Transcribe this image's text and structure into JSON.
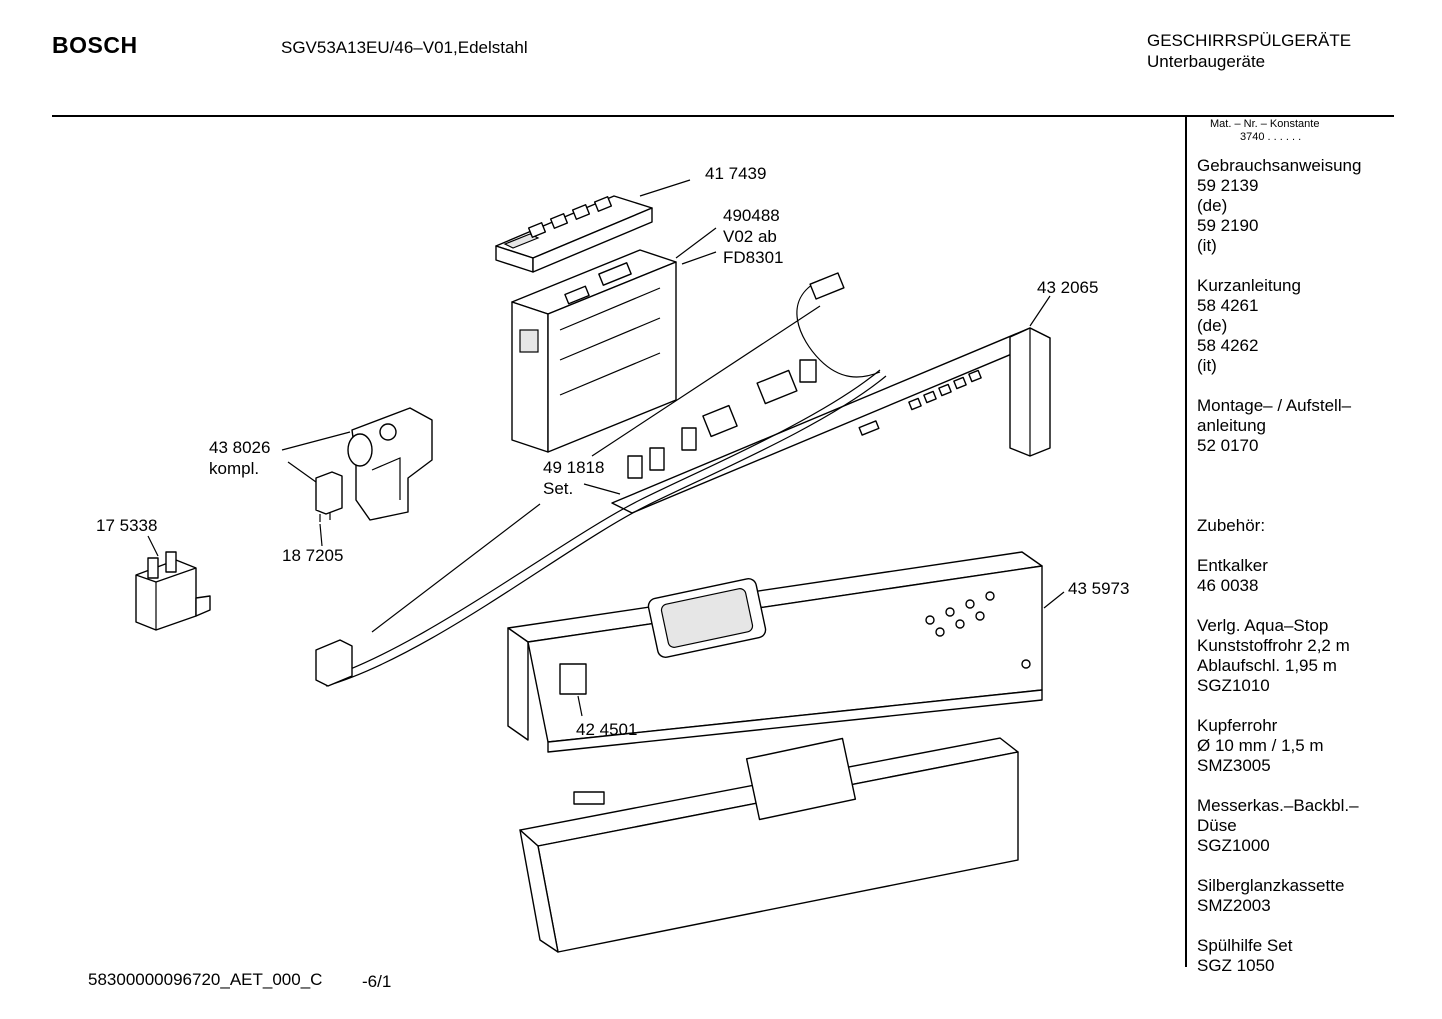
{
  "header": {
    "brand": "BOSCH",
    "model": "SGV53A13EU/46–V01,Edelstahl",
    "category_line1": "GESCHIRRSPÜLGERÄTE",
    "category_line2": "Unterbaugeräte"
  },
  "side_panel": {
    "mat_nr_label": "Mat. – Nr. – Konstante",
    "mat_nr_value": "3740  .  .   .  .  .  .",
    "lines": [
      "Gebrauchsanweisung",
      "59 2139",
      "(de)",
      "59 2190",
      "(it)",
      "",
      "Kurzanleitung",
      "58 4261",
      "(de)",
      "58 4262",
      "(it)",
      "",
      "Montage– / Aufstell–",
      "anleitung",
      "52 0170",
      "",
      "",
      "",
      "Zubehör:",
      "",
      "Entkalker",
      "46 0038",
      "",
      "Verlg. Aqua–Stop",
      "Kunststoffrohr 2,2 m",
      "Ablaufschl. 1,95 m",
      "SGZ1010",
      "",
      "Kupferrohr",
      "Ø 10 mm / 1,5 m",
      "SMZ3005",
      "",
      "Messerkas.–Backbl.–",
      "Düse",
      "SGZ1000",
      "",
      "Silberglanzkassette",
      "SMZ2003",
      "",
      "Spülhilfe Set",
      "SGZ 1050"
    ]
  },
  "parts": {
    "p417439": "41 7439",
    "p490488_a": "490488",
    "p490488_b": "V02 ab",
    "p490488_c": "FD8301",
    "p432065": "43 2065",
    "p438026_a": "43 8026",
    "p438026_b": "kompl.",
    "p491818_a": "49 1818",
    "p491818_b": "Set.",
    "p175338": "17 5338",
    "p187205": "18 7205",
    "p435973": "43 5973",
    "p424501": "42 4501"
  },
  "footer": {
    "doc_id": "58300000096720_AET_000_C",
    "sheet": "-6/1"
  }
}
